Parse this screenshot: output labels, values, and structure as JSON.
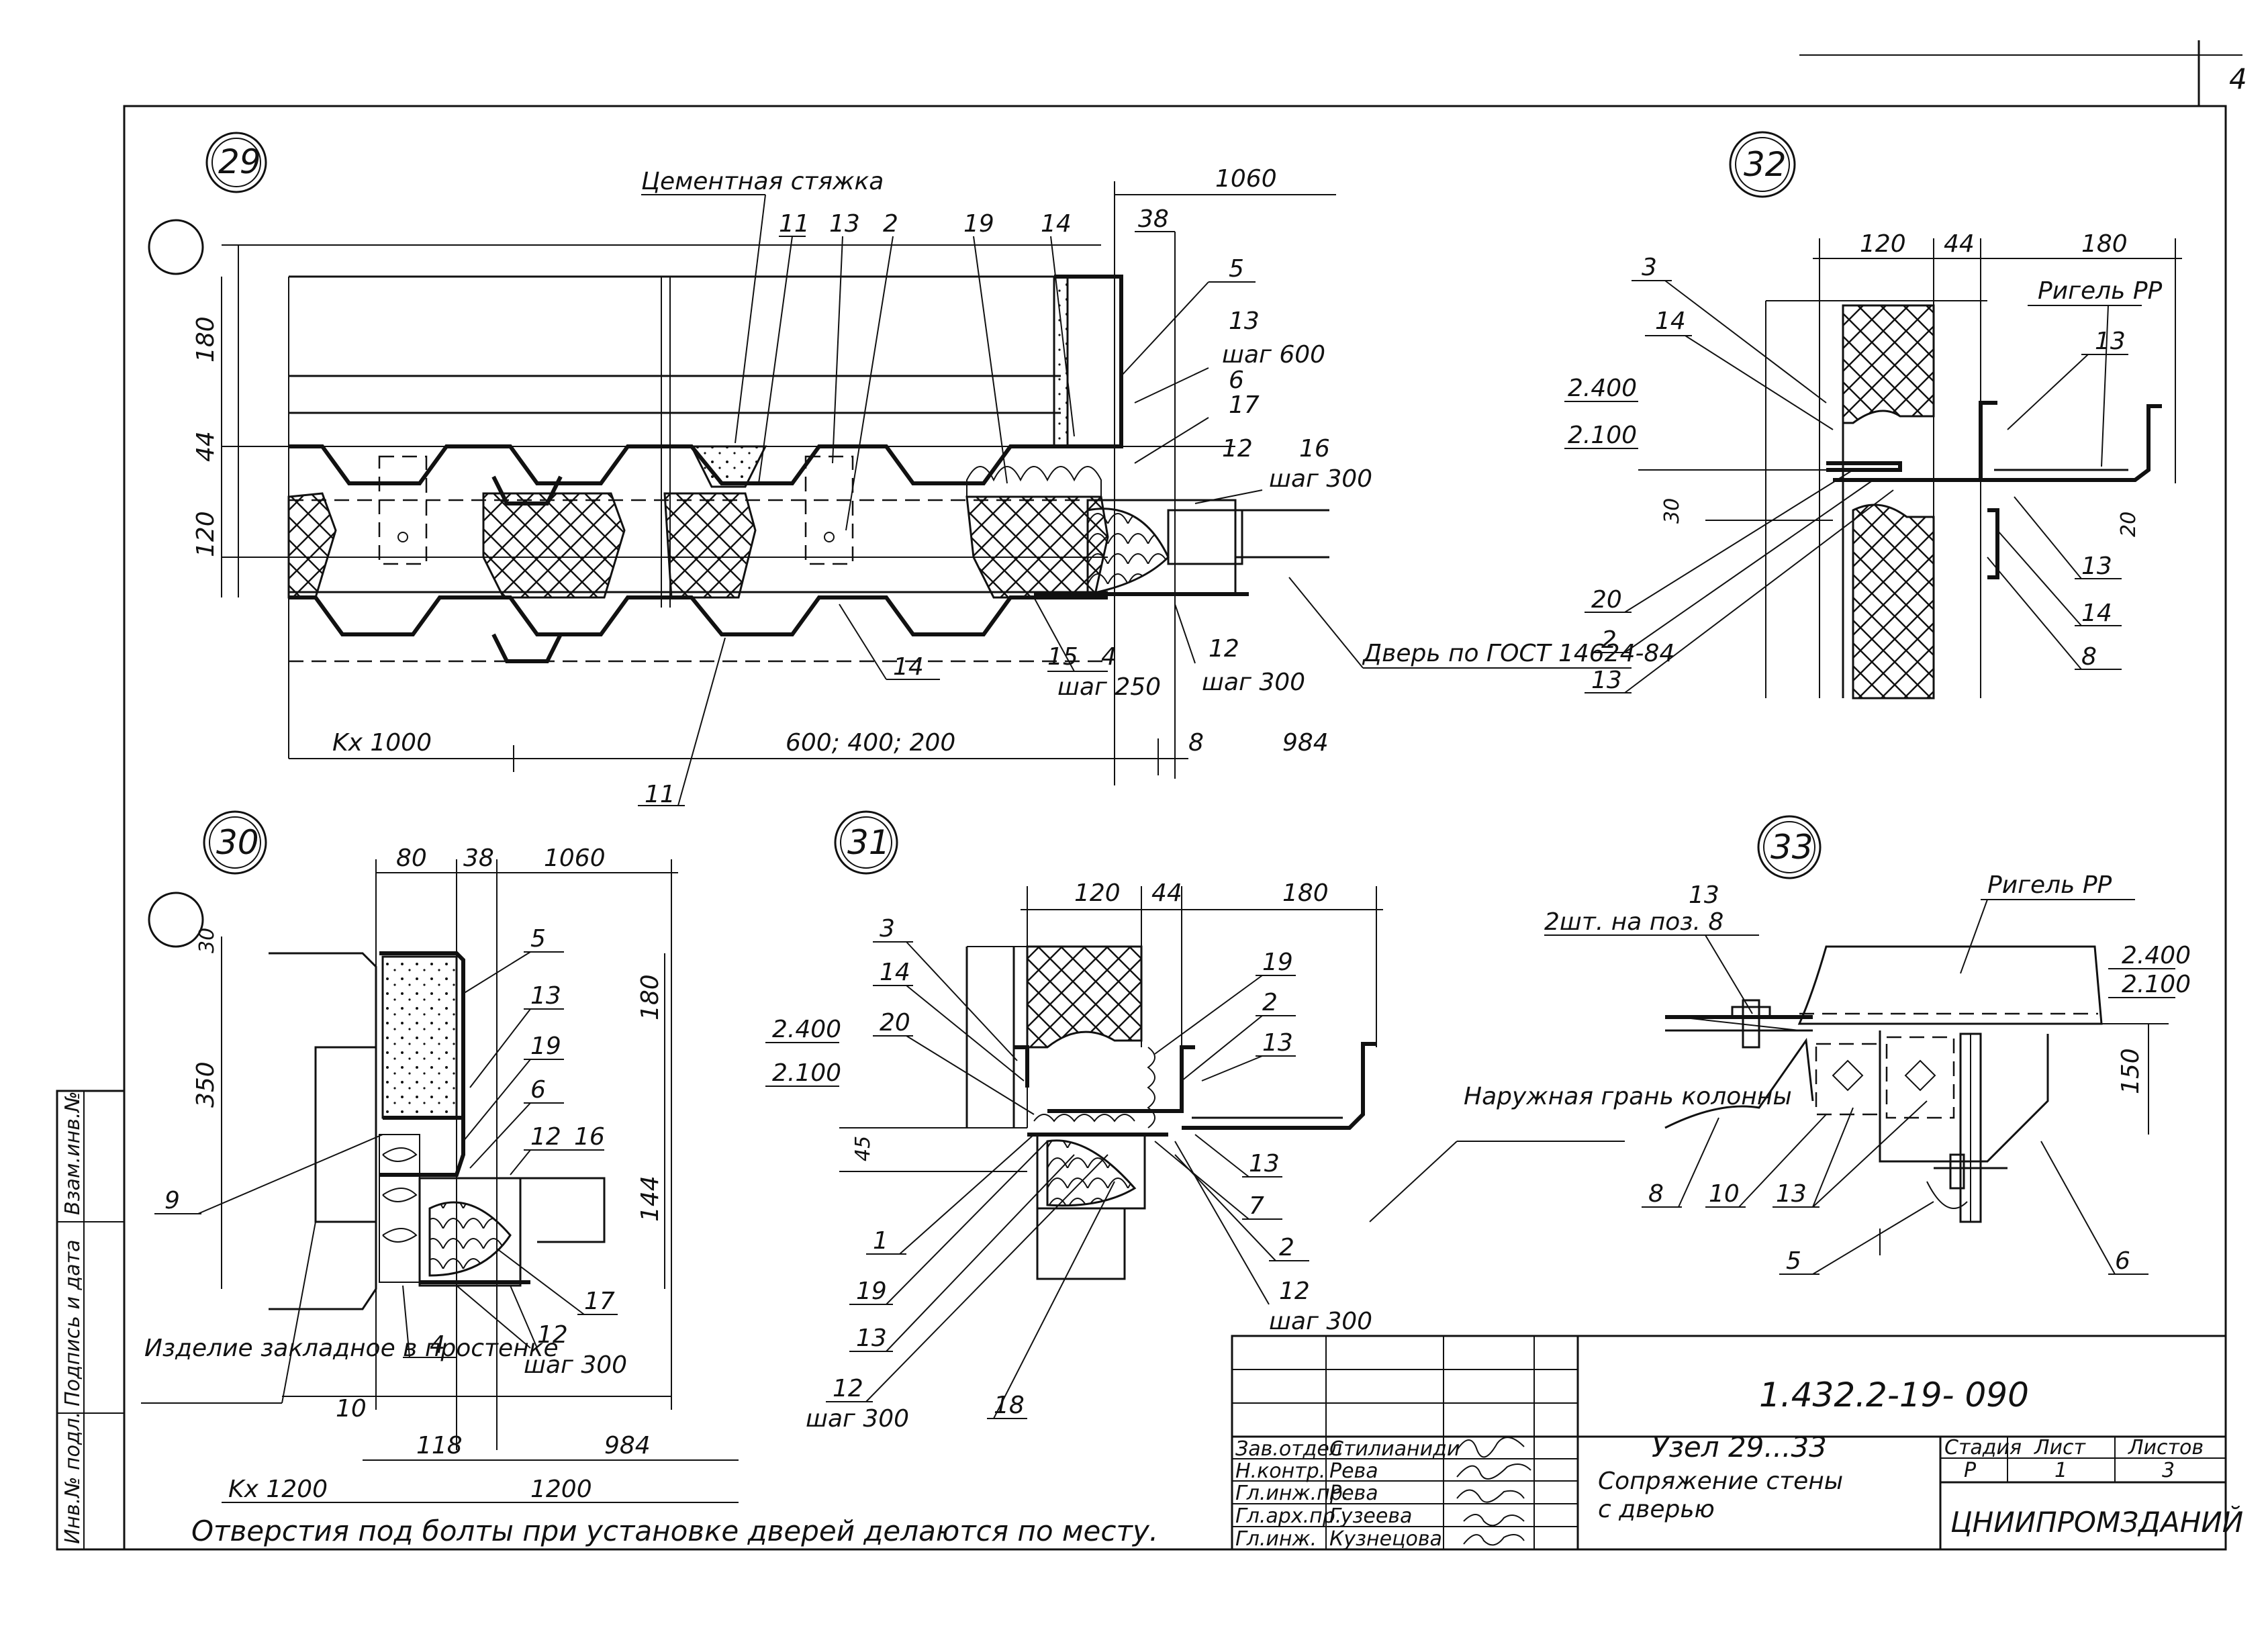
{
  "page_number": "4",
  "side_stamp": [
    "Инв.№ подл.",
    "Подпись и дата",
    "Взам.инв.№"
  ],
  "note": "Отверстия под болты при установке дверей делаются по месту.",
  "node29": {
    "id": "29",
    "label_cement": "Цементная стяжка",
    "door": "Дверь по ГОСТ 14624-84",
    "dims": [
      "1060",
      "38",
      "180",
      "44",
      "120",
      "Kx 1000",
      "600; 400; 200",
      "8",
      "984"
    ],
    "step_a": "шаг 600",
    "step_b": "шаг 300",
    "step_c": "шаг 250",
    "step_d": "шаг 300",
    "callouts": [
      "11",
      "13",
      "2",
      "19",
      "14",
      "5",
      "13",
      "6",
      "17",
      "12",
      "16",
      "15",
      "4",
      "12",
      "14",
      "11"
    ]
  },
  "node30": {
    "id": "30",
    "embed": "Изделие закладное в простенке",
    "dims": [
      "80",
      "38",
      "1060",
      "30",
      "350",
      "180",
      "144",
      "10",
      "118",
      "984",
      "Kx 1200",
      "1200"
    ],
    "step": "шаг 300",
    "callouts": [
      "5",
      "13",
      "19",
      "6",
      "12",
      "16",
      "9",
      "17",
      "4",
      "12"
    ]
  },
  "node31": {
    "id": "31",
    "outer_face": "Наружная грань колонны",
    "dims": [
      "120",
      "44",
      "180",
      "2.400",
      "2.100",
      "45"
    ],
    "step": "шаг 300",
    "step2": "шаг 300",
    "callouts": [
      "3",
      "14",
      "20",
      "19",
      "2",
      "13",
      "13",
      "7",
      "1",
      "19",
      "13",
      "12",
      "2",
      "12",
      "18"
    ]
  },
  "node32": {
    "id": "32",
    "riegel": "Ригель РР",
    "dims": [
      "120",
      "44",
      "180",
      "2.400",
      "2.100",
      "30",
      "20"
    ],
    "callouts": [
      "3",
      "14",
      "13",
      "20",
      "2",
      "13",
      "13",
      "14",
      "8"
    ]
  },
  "node33": {
    "id": "33",
    "riegel": "Ригель РР",
    "weld_note": "2шт. на поз. 8",
    "dims": [
      "2.400",
      "2.100",
      "150"
    ],
    "callouts": [
      "13",
      "8",
      "10",
      "13",
      "5",
      "6"
    ]
  },
  "title_block": {
    "doc_code": "1.432.2-19- 090",
    "title_line1": "Узел 29...33",
    "title_line2": "Сопряжение стены",
    "title_line3": "с дверью",
    "stage_label": "Стадия",
    "sheet_label": "Лист",
    "sheets_label": "Листов",
    "stage": "Р",
    "sheet": "1",
    "sheets": "3",
    "org": "ЦНИИПРОМЗДАНИЙ",
    "roles": [
      "Зав.отдел",
      "Н.контр.",
      "Гл.инж.пр.",
      "Гл.арх.пр.",
      "Гл.инж."
    ],
    "names": [
      "Стилианиди",
      "Рева",
      "Рева",
      "Гузеева",
      "Кузнецова"
    ]
  }
}
